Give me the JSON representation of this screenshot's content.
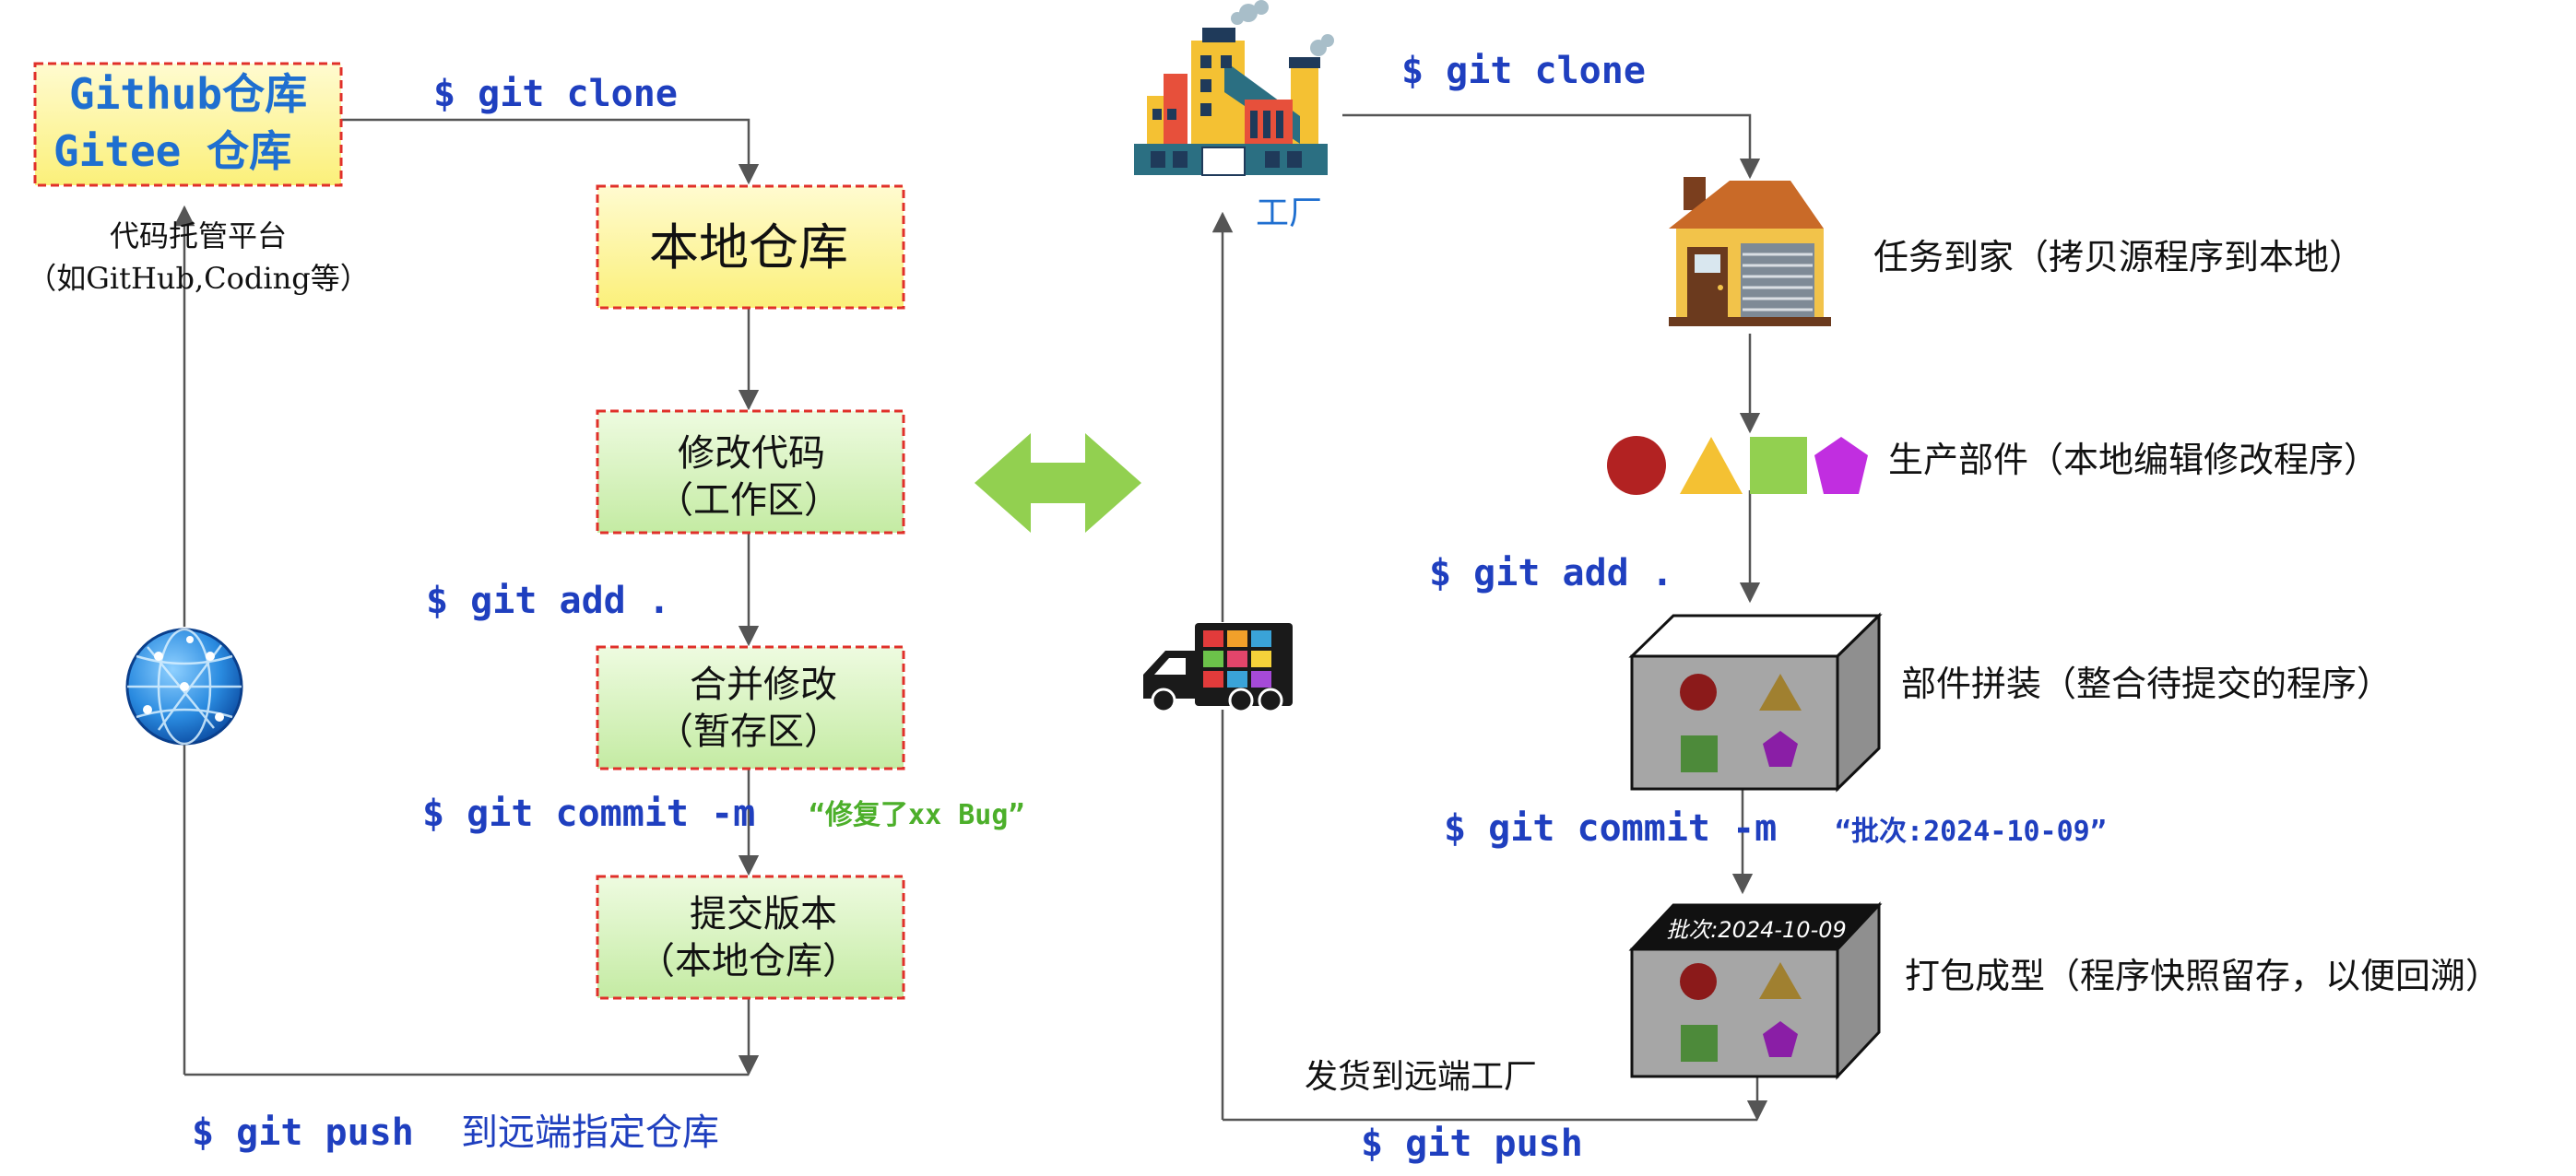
{
  "colors": {
    "command_blue": "#1f3fbf",
    "message_green": "#4caf2a",
    "box_border_red": "#e0302a",
    "yellow_box_fill": "#fdf58f",
    "green_box_fill": "#cdeeb0",
    "line_gray": "#555555",
    "double_arrow_green": "#92d050",
    "shape_red": "#b22222",
    "shape_yellow": "#f4c133",
    "shape_green": "#92d050",
    "shape_purple": "#c12ee0",
    "cube_gray": "#a6a6a6"
  },
  "left": {
    "remote_box": {
      "line1": "Github仓库",
      "line2": "Gitee 仓库"
    },
    "remote_caption": {
      "line1": "代码托管平台",
      "line2": "（如GitHub,Coding等）"
    },
    "clone_cmd": "$ git clone",
    "local_repo": "本地仓库",
    "working": {
      "line1": "修改代码",
      "line2": "（工作区）"
    },
    "add_cmd": "$ git add .",
    "staging": {
      "line1": "合并修改",
      "line2": "（暂存区）"
    },
    "commit_cmd": "$ git commit -m",
    "commit_msg": "“修复了xx Bug”",
    "committed": {
      "line1": "提交版本",
      "line2": "（本地仓库）"
    },
    "push_cmd": "$ git push",
    "push_desc": "到远端指定仓库",
    "globe_icon": "globe-icon"
  },
  "middle": {
    "double_arrow_icon": "double-arrow-icon",
    "truck_icon": "truck-icon"
  },
  "right": {
    "factory_icon": "factory-icon",
    "factory_label": "工厂",
    "clone_cmd": "$ git clone",
    "house_icon": "house-icon",
    "home_desc": "任务到家（拷贝源程序到本地）",
    "parts_desc": "生产部件（本地编辑修改程序）",
    "add_cmd": "$ git add .",
    "assemble_desc": "部件拼装（整合待提交的程序）",
    "commit_cmd": "$ git commit -m",
    "commit_msg": "“批次:2024-10-09”",
    "batch_label": "批次:2024-10-09",
    "package_desc": "打包成型（程序快照留存，以便回溯）",
    "ship_desc": "发货到远端工厂",
    "push_cmd": "$ git push"
  }
}
